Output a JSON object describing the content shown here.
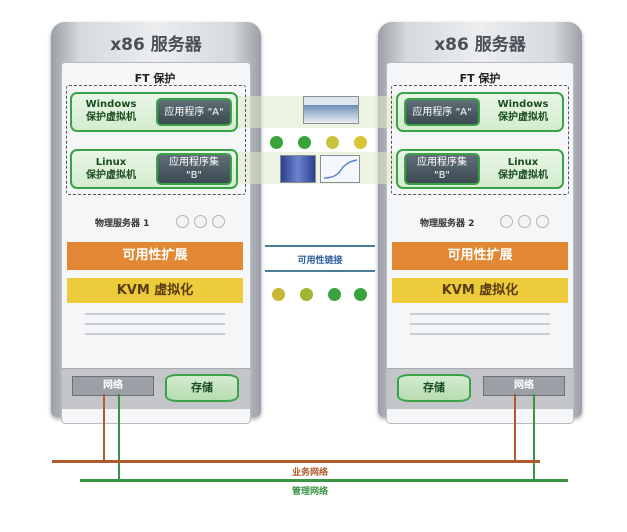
{
  "colors": {
    "accent_green": "#3aa348",
    "availability_orange": "#e28834",
    "kvm_yellow": "#eccc3a",
    "business_net": "#b05a2e",
    "management_net": "#3a9444",
    "link_line": "#4a7d98"
  },
  "server1": {
    "title": "x86 服务器",
    "ft_label": "FT 保护",
    "vm_windows": {
      "label": "Windows\n保护虚拟机",
      "app": "应用程序 \"A\""
    },
    "vm_linux": {
      "label": "Linux\n保护虚拟机",
      "app": "应用程序集\n\"B\""
    },
    "phys_label": "物理服务器 1",
    "availability": "可用性扩展",
    "kvm": "KVM 虚拟化",
    "network": "网络",
    "storage": "存储"
  },
  "server2": {
    "title": "x86 服务器",
    "ft_label": "FT 保护",
    "vm_windows": {
      "label": "Windows\n保护虚拟机",
      "app": "应用程序 \"A\""
    },
    "vm_linux": {
      "label": "Linux\n保护虚拟机",
      "app": "应用程序集\n\"B\""
    },
    "phys_label": "物理服务器 2",
    "availability": "可用性扩展",
    "kvm": "KVM 虚拟化",
    "network": "网络",
    "storage": "存储"
  },
  "link_label": "可用性链接",
  "business_network": "业务网络",
  "management_network": "管理网络"
}
